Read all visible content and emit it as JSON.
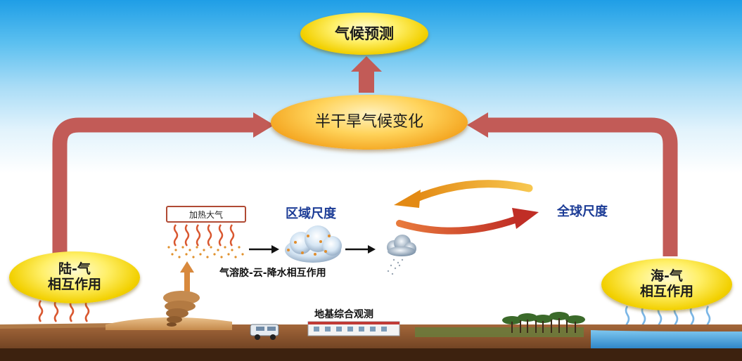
{
  "nodes": {
    "forecast": "气候预测",
    "semi_arid": "半干旱气候变化",
    "land_air": [
      "陆-气",
      "相互作用"
    ],
    "sea_air": [
      "海-气",
      "相互作用"
    ]
  },
  "scales": {
    "regional": "区域尺度",
    "global": "全球尺度"
  },
  "labels": {
    "heating": "加热大气",
    "aerosol_chain": "气溶胶-云-降水相互作用",
    "ground_obs": "地基综合观测"
  },
  "colors": {
    "big_arrow": "#c25b57",
    "oval_yellow": "#f2d000",
    "oval_orange": "#f3a21c",
    "scale_text": "#1c3c96",
    "sky_top": "#1f9ee6",
    "ground": "#6e3f1f",
    "heat_wave": "#d9572f",
    "sea_wave": "#7ab6e6",
    "curved_arrow_top": "#f0a322",
    "curved_arrow_bottom": "#c9342a"
  },
  "icons": [
    "up-arrow-icon",
    "dust-devil-icon",
    "cloud-icon",
    "rain-cloud-icon",
    "van-icon",
    "station-building-icon",
    "tree-icon",
    "heat-wave-icon",
    "sea-wave-icon"
  ]
}
